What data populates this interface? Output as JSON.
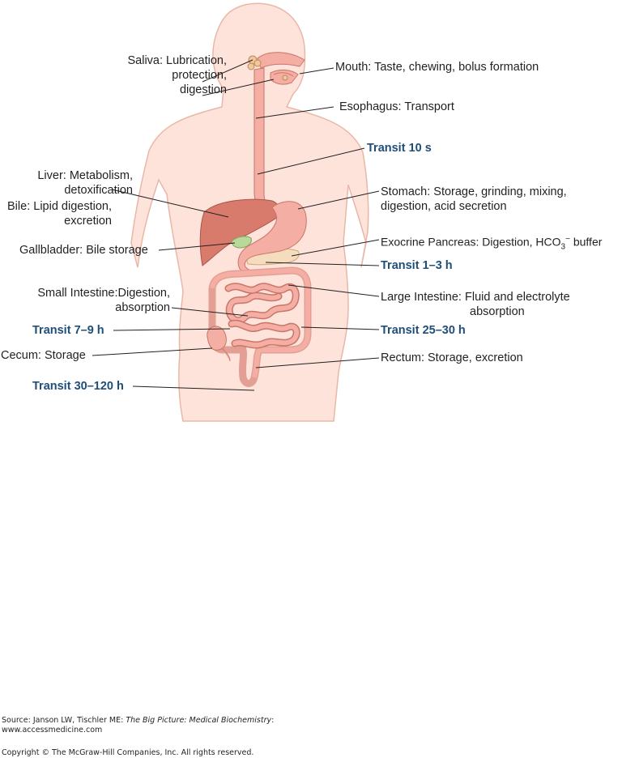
{
  "labels": {
    "saliva": [
      "Saliva: Lubrication,",
      "protection,",
      "digestion"
    ],
    "mouth": "Mouth: Taste, chewing, bolus formation",
    "esophagus": "Esophagus: Transport",
    "transit_esophagus": "Transit 10 s",
    "liver": [
      "Liver: Metabolism,",
      "detoxification"
    ],
    "bile": [
      "Bile: Lipid digestion,",
      "excretion"
    ],
    "stomach": [
      "Stomach: Storage, grinding, mixing,",
      "digestion, acid secretion"
    ],
    "gallbladder": "Gallbladder: Bile storage",
    "pancreas_prefix": "Exocrine Pancreas: Digestion, HCO",
    "pancreas_sub": "3",
    "pancreas_sup": "−",
    "pancreas_suffix": " buffer",
    "transit_stomach": "Transit 1–3 h",
    "small_intestine": [
      "Small Intestine:Digestion,",
      "absorption"
    ],
    "large_intestine": [
      "Large Intestine: Fluid and electrolyte",
      "absorption"
    ],
    "transit_small": "Transit 7–9 h",
    "transit_large": "Transit 25–30 h",
    "cecum": "Cecum: Storage",
    "rectum": "Rectum: Storage, excretion",
    "transit_rectum": "Transit 30–120 h"
  },
  "source": {
    "prefix": "Source: Janson LW, Tischler ME: ",
    "title": "The Big Picture: Medical Biochemistry",
    "suffix": ":",
    "url": "www.accessmedicine.com",
    "copyright": "Copyright © The McGraw-Hill Companies, Inc. All rights reserved."
  },
  "colors": {
    "body": "#fde3da",
    "body_outline": "#e9b7a8",
    "organ": "#f4aea3",
    "organ_outline": "#c97568",
    "liver": "#d87b6c",
    "gallbladder": "#b9d99a",
    "pancreas": "#f4dcbc",
    "transit_text": "#1f4e79"
  }
}
